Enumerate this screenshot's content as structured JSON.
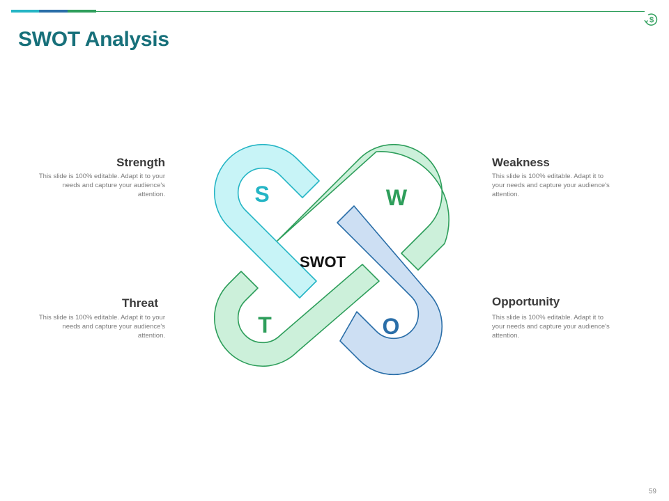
{
  "header": {
    "title": "SWOT Analysis",
    "logo_icon": "dollar-cycle-icon",
    "logo_symbol": "$",
    "accent_colors": [
      "#25b5c5",
      "#2a6ea8",
      "#2e9e5b"
    ]
  },
  "diagram": {
    "center_label": "SWOT",
    "letters": {
      "s": "S",
      "w": "W",
      "t": "T",
      "o": "O"
    },
    "colors": {
      "strength": "#25b5c5",
      "weakness": "#2e9e5b",
      "threat": "#2e9e5b",
      "opportunity": "#2a6ea8"
    }
  },
  "quadrants": {
    "strength": {
      "title": "Strength",
      "text": "This slide is 100% editable. Adapt it to your needs and capture your audience's attention."
    },
    "weakness": {
      "title": "Weakness",
      "text": "This slide is 100% editable. Adapt it to your needs and capture your audience's attention."
    },
    "threat": {
      "title": "Threat",
      "text": "This slide is 100% editable. Adapt it to your needs and capture your audience's attention."
    },
    "opportunity": {
      "title": "Opportunity",
      "text": "This slide is 100% editable. Adapt it to your needs and capture your audience's attention."
    }
  },
  "footer": {
    "page_number": "59"
  }
}
